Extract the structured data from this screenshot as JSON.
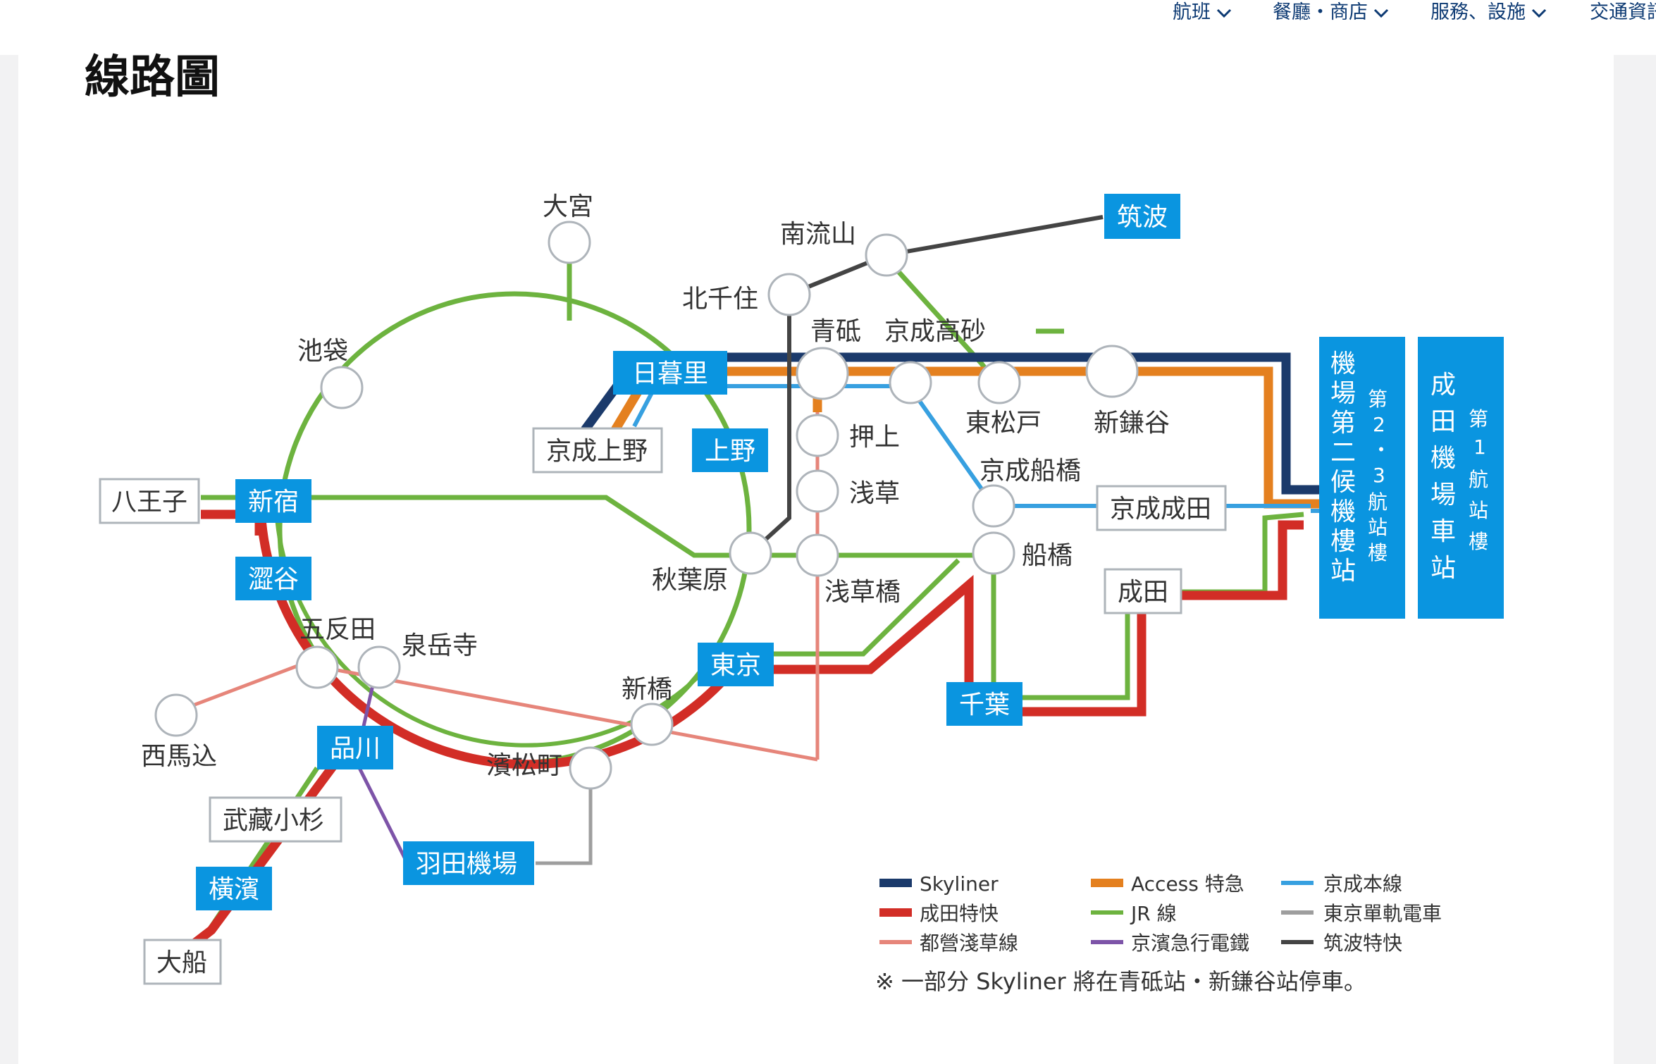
{
  "nav": {
    "items": [
      {
        "label": "航班"
      },
      {
        "label": "餐廳・商店"
      },
      {
        "label": "服務、設施"
      },
      {
        "label": "交通資訊"
      }
    ]
  },
  "page": {
    "title": "線路圖"
  },
  "colors": {
    "skyliner": "#1b3a6b",
    "narita_express": "#d22d26",
    "toei_asakusa": "#e6857a",
    "access_express": "#e4801f",
    "jr": "#6db33f",
    "keikyu": "#7d54a8",
    "keisei_main": "#37a0e0",
    "monorail": "#9e9e9e",
    "tsukuba_express": "#444444",
    "station_box": "#0a95e0"
  },
  "stations": {
    "omiya": "大宮",
    "minami_nagareyama": "南流山",
    "tsukuba": "筑波",
    "kita_senju": "北千住",
    "aoto": "青砥",
    "keisei_takasago": "京成高砂",
    "ikebukuro": "池袋",
    "nippori": "日暮里",
    "higashi_matsudo": "東松戸",
    "shin_kamagaya": "新鎌谷",
    "keisei_ueno": "京成上野",
    "ueno": "上野",
    "oshiage": "押上",
    "keisei_funabashi": "京成船橋",
    "hachioji": "八王子",
    "shinjuku": "新宿",
    "asakusa": "浅草",
    "keisei_narita": "京成成田",
    "akihabara": "秋葉原",
    "funabashi": "船橋",
    "shibuya": "澀谷",
    "asakusabashi": "浅草橋",
    "narita": "成田",
    "gotanda": "五反田",
    "sengakuji": "泉岳寺",
    "tokyo": "東京",
    "shimbashi": "新橋",
    "chiba": "千葉",
    "nishi_magome": "西馬込",
    "shinagawa": "品川",
    "hamamatsucho": "濱松町",
    "musashi_kosugi": "武藏小杉",
    "haneda": "羽田機場",
    "yokohama": "橫濱",
    "ofuna": "大船"
  },
  "terminals": {
    "t23_main": [
      "機",
      "場",
      "第",
      "二",
      "候",
      "機",
      "樓",
      "站"
    ],
    "t23_sub": [
      "第",
      "2",
      "・",
      "3",
      "航",
      "站",
      "樓"
    ],
    "t1_main": [
      "成",
      "田",
      "機",
      "場",
      "車",
      "站"
    ],
    "t1_sub": [
      "第",
      "1",
      "航",
      "站",
      "樓"
    ]
  },
  "legend": {
    "items": [
      {
        "label": "Skyliner",
        "color": "#1b3a6b"
      },
      {
        "label": "Access 特急",
        "color": "#e4801f"
      },
      {
        "label": "京成本線",
        "color": "#37a0e0"
      },
      {
        "label": "成田特快",
        "color": "#d22d26"
      },
      {
        "label": "JR 線",
        "color": "#6db33f"
      },
      {
        "label": "東京單軌電車",
        "color": "#9e9e9e"
      },
      {
        "label": "都營淺草線",
        "color": "#e6857a"
      },
      {
        "label": "京濱急行電鐵",
        "color": "#7d54a8"
      },
      {
        "label": "筑波特快",
        "color": "#444444"
      }
    ],
    "note": "※ 一部分 Skyliner 將在青砥站・新鎌谷站停車。"
  }
}
